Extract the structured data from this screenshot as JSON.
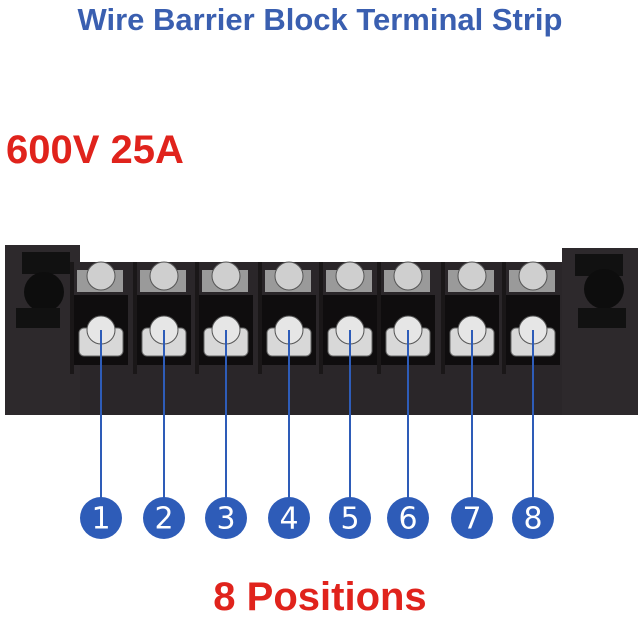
{
  "title": "Wire Barrier Block Terminal Strip",
  "rating": "600V  25A",
  "positions_label": "8 Positions",
  "position_numbers": [
    "1",
    "2",
    "3",
    "4",
    "5",
    "6",
    "7",
    "8"
  ],
  "colors": {
    "title": "#3a5fb0",
    "accent_red": "#e0231c",
    "marker_blue": "#2e5cb8",
    "block": "#2a2629"
  }
}
